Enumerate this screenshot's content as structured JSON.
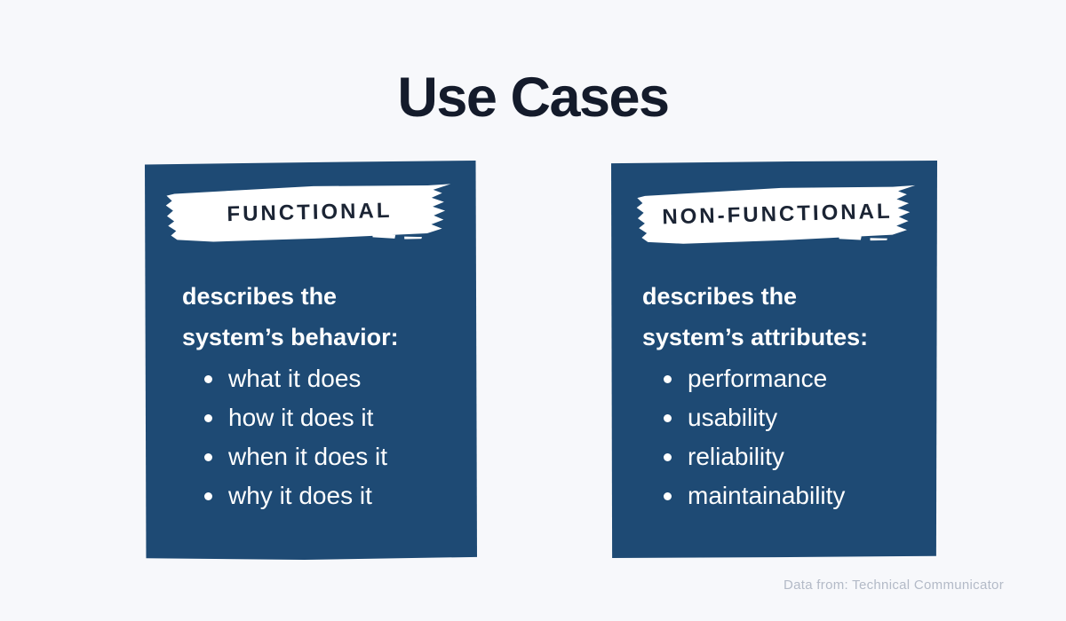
{
  "page": {
    "title": "Use Cases",
    "footer": "Data from: Technical Communicator"
  },
  "colors": {
    "background": "#f7f8fb",
    "panel_blue": "#1e4a74",
    "title_text": "#141b2b",
    "brush_white": "#ffffff",
    "brush_label_text": "#1b2434",
    "panel_text": "#ffffff",
    "footer_text": "#b3bac7"
  },
  "panels": [
    {
      "id": "functional",
      "label": "FUNCTIONAL",
      "heading_line1": "describes the",
      "heading_line2": "system’s behavior:",
      "bullets": [
        "what it does",
        "how it does it",
        "when it does it",
        "why it does it"
      ]
    },
    {
      "id": "non-functional",
      "label": "NON-FUNCTIONAL",
      "heading_line1": "describes the",
      "heading_line2": "system’s attributes:",
      "bullets": [
        "performance",
        "usability",
        "reliability",
        "maintainability"
      ]
    }
  ]
}
